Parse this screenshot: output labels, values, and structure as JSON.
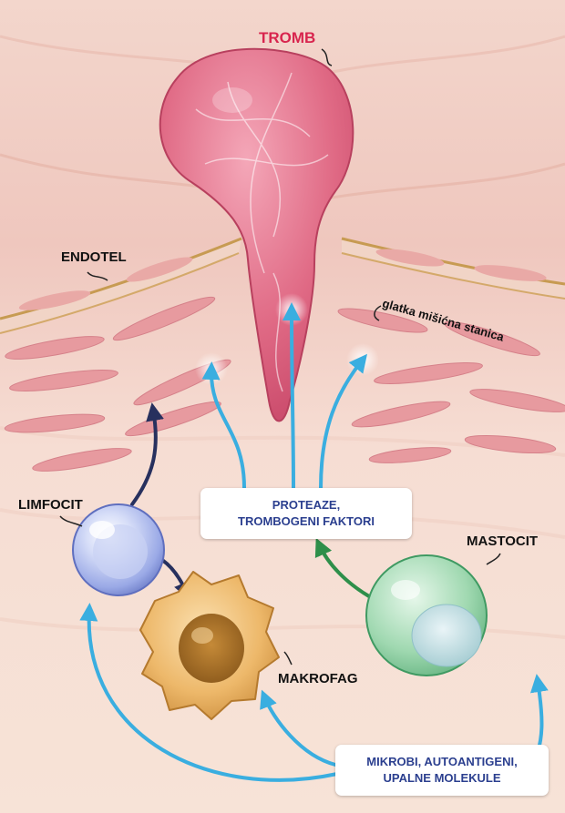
{
  "labels": {
    "tromb": "TROMB",
    "endotel": "ENDOTEL",
    "glatka_misicna_stanica": "glatka mišićna stanica",
    "limfocit": "LIMFOCIT",
    "mastocit": "MASTOCIT",
    "makrofag": "MAKROFAG"
  },
  "boxes": {
    "proteaze": [
      "PROTEAZE,",
      "TROMBOGENI FAKTORI"
    ],
    "mikrobi": [
      "MIKROBI, AUTOANTIGENI,",
      "UPALNE MOLEKULE"
    ]
  },
  "colors": {
    "tromb_label": "#d8254e",
    "box_text": "#2b3f8f",
    "label_text": "#111111",
    "arrow_blue": "#3aaee0",
    "arrow_navy": "#27305e",
    "arrow_green": "#2e8f4a",
    "thrombus": "#e06a85",
    "lymphocyte": "#a9b7ec",
    "macrophage": "#e7ad5a",
    "mast_cell": "#9fd8b0"
  }
}
